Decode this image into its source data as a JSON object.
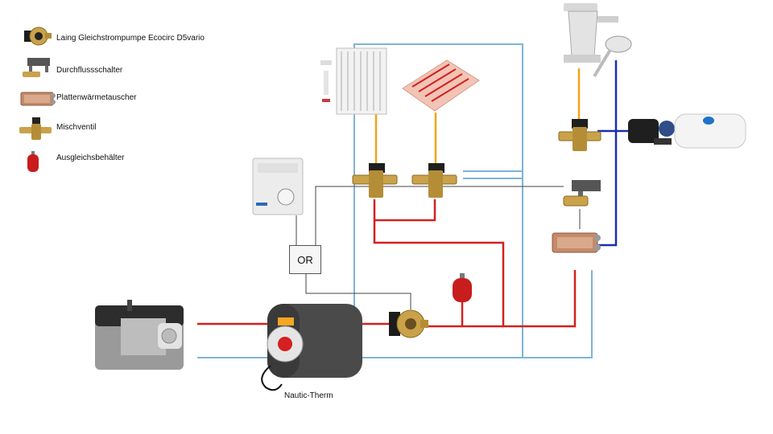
{
  "legend": [
    {
      "icon": "pump-icon",
      "label": "Laing Gleichstrompumpe Ecocirc D5vario"
    },
    {
      "icon": "flow-switch-icon",
      "label": "Durchflussschalter"
    },
    {
      "icon": "plate-heat-exchanger-icon",
      "label": "Plattenwärmetauscher"
    },
    {
      "icon": "mixing-valve-icon",
      "label": "Mischventil"
    },
    {
      "icon": "expansion-tank-icon",
      "label": "Ausgleichsbehälter"
    }
  ],
  "labels": {
    "or_gate": "OR",
    "boiler": "Nautic-Therm"
  },
  "colors": {
    "hot_line": "#d42020",
    "return_line": "#7fb3d5",
    "control_line": "#444444",
    "fresh_water_line": "#1a2faa",
    "heater_feed": "#f2a31a",
    "brass": "#c9a24a"
  }
}
